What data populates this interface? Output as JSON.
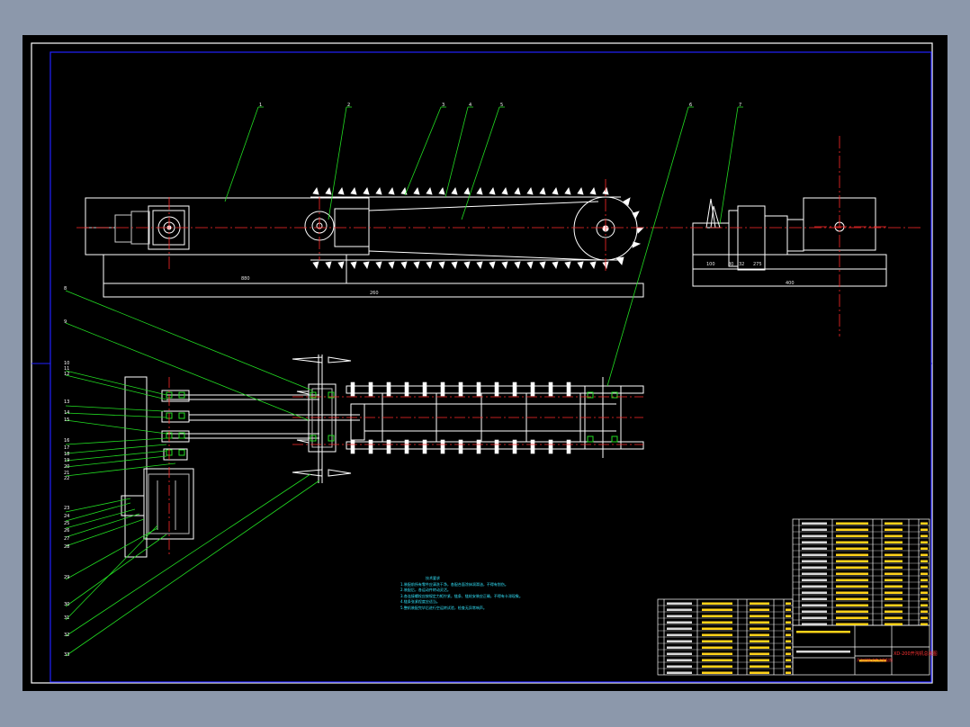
{
  "drawing": {
    "callouts_top": [
      "1",
      "2",
      "3",
      "4",
      "5",
      "6",
      "7"
    ],
    "callouts_left": [
      "8",
      "9",
      "10",
      "11",
      "12",
      "13",
      "14",
      "15",
      "16",
      "17",
      "18",
      "19",
      "20",
      "21",
      "22",
      "23",
      "24",
      "25",
      "26",
      "27",
      "28",
      "29",
      "30",
      "31",
      "32",
      "33"
    ],
    "dimensions": [
      "880",
      "260",
      "100",
      "80",
      "32",
      "275",
      "400"
    ],
    "notes_title": "技术要求",
    "notes": [
      "1.装配前所有零件应清洗干净，各配合面涂抹润滑油，不得有划伤。",
      "2.装配后，各运动件转动灵活。",
      "3.各连接螺栓应按规定力矩拧紧，链条、链轮安装应正确，不得有卡滞现象。",
      "4.链条张紧程度应适当。",
      "5.整机装配完毕后进行空运转试验，检查无异常响声。"
    ],
    "title_block": {
      "drawing_name": "XD-200开沟机总装图",
      "subtitle": "开沟机链式传动装配图"
    }
  }
}
